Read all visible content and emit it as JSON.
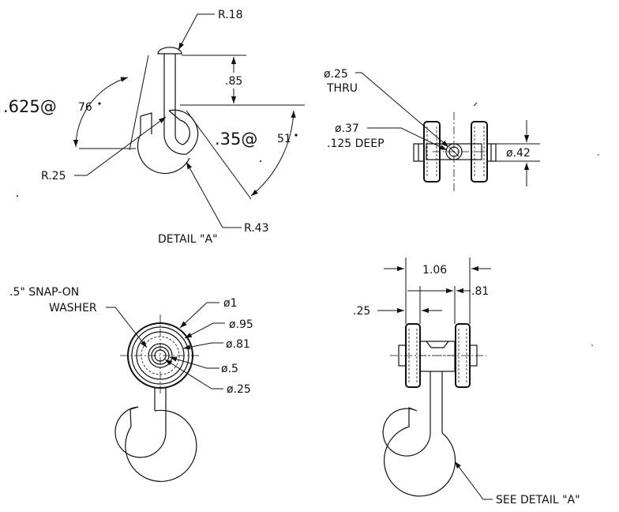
{
  "detail_a": {
    "top_radius": "R.18",
    "height_dim": ".85",
    "left_angle": ".625@",
    "left_angle_deg": "76",
    "right_angle": ".35@",
    "right_angle_deg": "51",
    "inner_radius": "R.25",
    "outer_radius": "R.43",
    "caption": "DETAIL \"A\""
  },
  "top_right": {
    "thru_hole": "ø.25",
    "thru_word": "THRU",
    "counterbore": "ø.37",
    "counterbore_depth": ".125 DEEP",
    "outer_dia": "ø.42"
  },
  "bottom_left": {
    "washer_line1": ".5\" SNAP-ON",
    "washer_line2": "WASHER",
    "dia1": "ø1",
    "dia2": "ø.95",
    "dia3": "ø.81",
    "dia4": "ø.5",
    "dia5": "ø.25"
  },
  "bottom_right": {
    "overall_width": "1.06",
    "inner_width": ".81",
    "wheel_width": ".25",
    "callout": "SEE DETAIL \"A\""
  }
}
